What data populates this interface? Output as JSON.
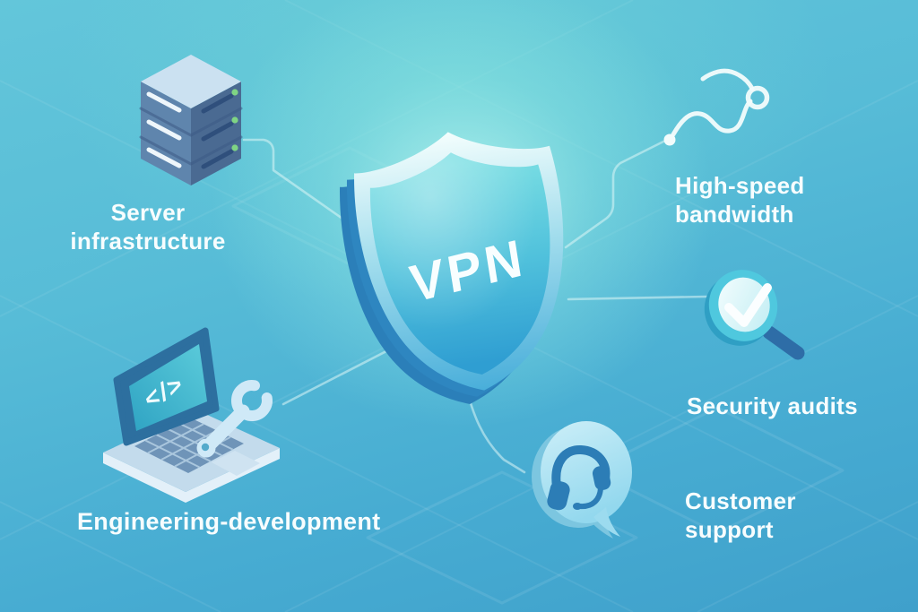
{
  "scene": {
    "type": "isometric-vpn-infographic",
    "title": "VPN features illustration"
  },
  "shield": {
    "label": "VPN"
  },
  "features": {
    "server": {
      "label_line1": "Server",
      "label_line2": "infrastructure",
      "icon": "server-stack-icon"
    },
    "bandwidth": {
      "label_line1": "High-speed",
      "label_line2": "bandwidth",
      "icon": "network-path-icon"
    },
    "security": {
      "label_line1": "Security audits",
      "icon": "magnifier-check-icon"
    },
    "support": {
      "label_line1": "Customer",
      "label_line2": "support",
      "icon": "headset-bubble-icon"
    },
    "engineering": {
      "label_line1": "Engineering-development",
      "icon": "laptop-wrench-icon"
    }
  },
  "colors": {
    "background_top": "#63c6da",
    "background_bottom": "#3fa0cb",
    "center_glow": "#bdf8f2",
    "label_text": "#f7fdfe",
    "connector": "#ddf5f6",
    "squiggle": "#f2fcfc",
    "shield_side": "#2e86c0",
    "shield_rim_top": "#f4fefd",
    "shield_rim_bottom": "#49aeda",
    "shield_face_top": "#7adee3",
    "shield_face_bottom": "#2f9ed2",
    "server_top": "#cbe1f1",
    "server_left_face": "#5f85ad",
    "server_right_face": "#4a6a92",
    "server_slat_light": "#eef6fb",
    "server_slat_dark": "#2f4f7c",
    "server_led": "#7fd484",
    "laptop_frame": "#2d6f9f",
    "laptop_screen": "#3fb9d0",
    "laptop_base": "#c3dbec",
    "laptop_keys": "#6f94b8",
    "wrench": "#cfe9f7",
    "magnifier_rim": "#4fc8de",
    "magnifier_handle": "#2e6da7",
    "check_mark": "#fbfeff",
    "bubble": "#aee3f2",
    "headset": "#2c7db6"
  }
}
